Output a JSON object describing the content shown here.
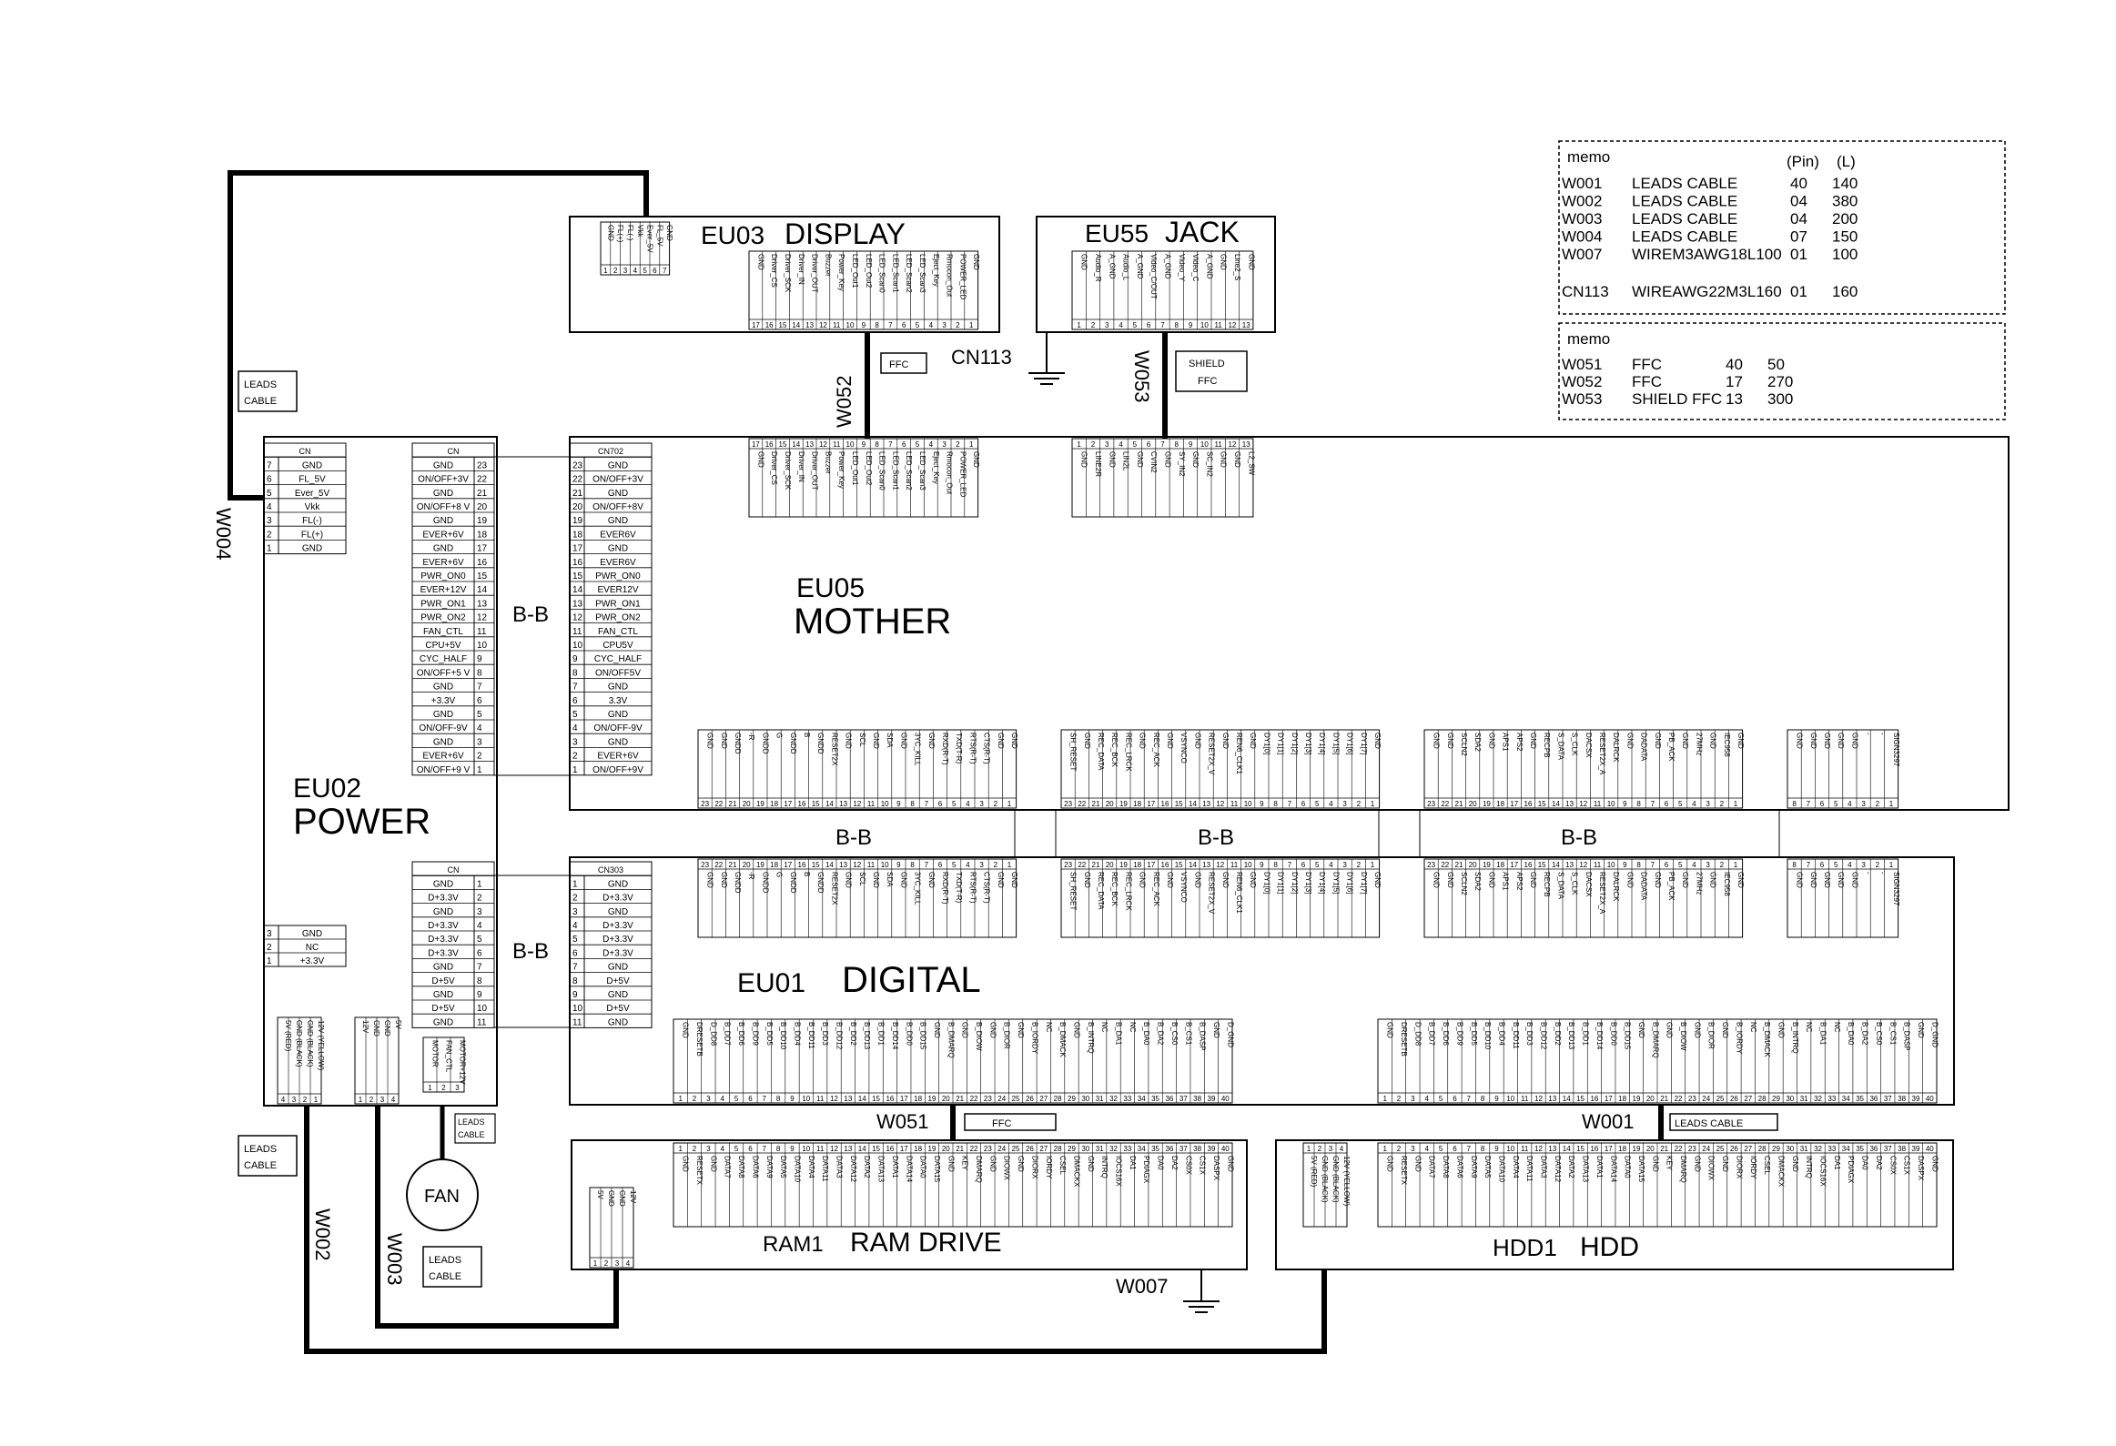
{
  "colors": {
    "line": "#000000",
    "background": "#ffffff"
  },
  "memo1": {
    "title": "memo",
    "col_pin": "(Pin)",
    "col_len": "(L)",
    "rows": [
      {
        "id": "W001",
        "desc": "LEADS CABLE",
        "pin": "40",
        "len": "140"
      },
      {
        "id": "W002",
        "desc": "LEADS CABLE",
        "pin": "04",
        "len": "380"
      },
      {
        "id": "W003",
        "desc": "LEADS CABLE",
        "pin": "04",
        "len": "200"
      },
      {
        "id": "W004",
        "desc": "LEADS CABLE",
        "pin": "07",
        "len": "150"
      },
      {
        "id": "W007",
        "desc": "WIREM3AWG18L100",
        "pin": "01",
        "len": "100"
      },
      {
        "id": "CN113",
        "desc": "WIREAWG22M3L160",
        "pin": "01",
        "len": "160"
      }
    ]
  },
  "memo2": {
    "title": "memo",
    "rows": [
      {
        "id": "W051",
        "desc": "FFC",
        "pin": "40",
        "len": "50"
      },
      {
        "id": "W052",
        "desc": "FFC",
        "pin": "17",
        "len": "270"
      },
      {
        "id": "W053",
        "desc": "SHIELD FFC",
        "pin": "13",
        "len": "300"
      }
    ]
  },
  "boards": {
    "eu03": {
      "code": "EU03",
      "name": "DISPLAY"
    },
    "eu55": {
      "code": "EU55",
      "name": "JACK"
    },
    "eu05": {
      "code": "EU05",
      "name": "MOTHER"
    },
    "eu02": {
      "code": "EU02",
      "name": "POWER"
    },
    "eu01": {
      "code": "EU01",
      "name": "DIGITAL"
    },
    "ram1": {
      "code": "RAM1",
      "name": "RAM DRIVE"
    },
    "hdd1": {
      "code": "HDD1",
      "name": "HDD"
    }
  },
  "labels": {
    "bb": "B-B",
    "ffc": "FFC",
    "leads_cable_line1": "LEADS",
    "leads_cable_line2": "CABLE",
    "leads_cable": "LEADS CABLE",
    "shield": "SHIELD",
    "fan": "FAN",
    "cn": "CN",
    "w001": "W001",
    "w002": "W002",
    "w003": "W003",
    "w004": "W004",
    "w007": "W007",
    "w051": "W051",
    "w052": "W052",
    "w053": "W053",
    "cn113": "CN113",
    "cn702": "CN702",
    "cn303": "CN303"
  },
  "power_cn_left": [
    {
      "pin": "7",
      "sig": "GND"
    },
    {
      "pin": "6",
      "sig": "FL_5V"
    },
    {
      "pin": "5",
      "sig": "Ever_5V"
    },
    {
      "pin": "4",
      "sig": "Vkk"
    },
    {
      "pin": "3",
      "sig": "FL(-)"
    },
    {
      "pin": "2",
      "sig": "FL(+)"
    },
    {
      "pin": "1",
      "sig": "GND"
    }
  ],
  "power_cn_mid": [
    {
      "pin": "23",
      "sig": "GND"
    },
    {
      "pin": "22",
      "sig": "ON/OFF+3V"
    },
    {
      "pin": "21",
      "sig": "GND"
    },
    {
      "pin": "20",
      "sig": "ON/OFF+8 V"
    },
    {
      "pin": "19",
      "sig": "GND"
    },
    {
      "pin": "18",
      "sig": "EVER+6V"
    },
    {
      "pin": "17",
      "sig": "GND"
    },
    {
      "pin": "16",
      "sig": "EVER+6V"
    },
    {
      "pin": "15",
      "sig": "PWR_ON0"
    },
    {
      "pin": "14",
      "sig": "EVER+12V"
    },
    {
      "pin": "13",
      "sig": "PWR_ON1"
    },
    {
      "pin": "12",
      "sig": "PWR_ON2"
    },
    {
      "pin": "11",
      "sig": "FAN_CTL"
    },
    {
      "pin": "10",
      "sig": "CPU+5V"
    },
    {
      "pin": "9",
      "sig": "CYC_HALF"
    },
    {
      "pin": "8",
      "sig": "ON/OFF+5 V"
    },
    {
      "pin": "7",
      "sig": "GND"
    },
    {
      "pin": "6",
      "sig": "+3.3V"
    },
    {
      "pin": "5",
      "sig": "GND"
    },
    {
      "pin": "4",
      "sig": "ON/OFF-9V"
    },
    {
      "pin": "3",
      "sig": "GND"
    },
    {
      "pin": "2",
      "sig": "EVER+6V"
    },
    {
      "pin": "1",
      "sig": "ON/OFF+9 V"
    }
  ],
  "cn702": [
    {
      "pin": "23",
      "sig": "GND"
    },
    {
      "pin": "22",
      "sig": "ON/OFF+3V"
    },
    {
      "pin": "21",
      "sig": "GND"
    },
    {
      "pin": "20",
      "sig": "ON/OFF+8V"
    },
    {
      "pin": "19",
      "sig": "GND"
    },
    {
      "pin": "18",
      "sig": "EVER6V"
    },
    {
      "pin": "17",
      "sig": "GND"
    },
    {
      "pin": "16",
      "sig": "EVER6V"
    },
    {
      "pin": "15",
      "sig": "PWR_ON0"
    },
    {
      "pin": "14",
      "sig": "EVER12V"
    },
    {
      "pin": "13",
      "sig": "PWR_ON1"
    },
    {
      "pin": "12",
      "sig": "PWR_ON2"
    },
    {
      "pin": "11",
      "sig": "FAN_CTL"
    },
    {
      "pin": "10",
      "sig": "CPU5V"
    },
    {
      "pin": "9",
      "sig": "CYC_HALF"
    },
    {
      "pin": "8",
      "sig": "ON/OFF5V"
    },
    {
      "pin": "7",
      "sig": "GND"
    },
    {
      "pin": "6",
      "sig": "3.3V"
    },
    {
      "pin": "5",
      "sig": "GND"
    },
    {
      "pin": "4",
      "sig": "ON/OFF-9V"
    },
    {
      "pin": "3",
      "sig": "GND"
    },
    {
      "pin": "2",
      "sig": "EVER+6V"
    },
    {
      "pin": "1",
      "sig": "ON/OFF+9V"
    }
  ],
  "power_cn_small": [
    {
      "pin": "3",
      "sig": "GND"
    },
    {
      "pin": "2",
      "sig": "NC"
    },
    {
      "pin": "1",
      "sig": "+3.3V"
    }
  ],
  "power_cn_lower": [
    {
      "pin": "1",
      "sig": "GND"
    },
    {
      "pin": "2",
      "sig": "D+3.3V"
    },
    {
      "pin": "3",
      "sig": "GND"
    },
    {
      "pin": "4",
      "sig": "D+3.3V"
    },
    {
      "pin": "5",
      "sig": "D+3.3V"
    },
    {
      "pin": "6",
      "sig": "D+3.3V"
    },
    {
      "pin": "7",
      "sig": "GND"
    },
    {
      "pin": "8",
      "sig": "D+5V"
    },
    {
      "pin": "9",
      "sig": "GND"
    },
    {
      "pin": "10",
      "sig": "D+5V"
    },
    {
      "pin": "11",
      "sig": "GND"
    }
  ],
  "cn303": [
    {
      "pin": "1",
      "sig": "GND"
    },
    {
      "pin": "2",
      "sig": "D+3.3V"
    },
    {
      "pin": "3",
      "sig": "GND"
    },
    {
      "pin": "4",
      "sig": "D+3.3V"
    },
    {
      "pin": "5",
      "sig": "D+3.3V"
    },
    {
      "pin": "6",
      "sig": "D+3.3V"
    },
    {
      "pin": "7",
      "sig": "GND"
    },
    {
      "pin": "8",
      "sig": "D+5V"
    },
    {
      "pin": "9",
      "sig": "GND"
    },
    {
      "pin": "10",
      "sig": "D+5V"
    },
    {
      "pin": "11",
      "sig": "GND"
    }
  ],
  "display_cn102": [
    "1 GND",
    "2 FL(+)",
    "3 FL(-)",
    "4 Vkk",
    "5 Ever_5V",
    "6 FL_5V",
    "7 GND"
  ],
  "display_cn101": [
    "GND",
    "Driver_CS",
    "Driver_SCK",
    "Driver_IN",
    "Driver_OUT",
    "Buzzer",
    "Power_Key",
    "LED_Out1",
    "LED_Out2",
    "LED_Scan0",
    "LED_Scan1",
    "LED_Scan2",
    "LED_Scan3",
    "Eject_Key",
    "Rmocon_Out",
    "POWER_LED",
    "GND"
  ],
  "jack_cn111": [
    "GND",
    "Audio_R",
    "A_GND",
    "Audio_L",
    "A_GND",
    "Video_C/OUT",
    "A_GND",
    "Video_Y",
    "Video_C",
    "A_GND",
    "GND",
    "Line2_S",
    "GND"
  ],
  "mother_cn700": [
    "GND",
    "Driver_CS",
    "Driver_SCK",
    "Driver_IN",
    "Driver_OUT",
    "Buzzer",
    "Power_Key",
    "LED_Out1",
    "LED_Out2",
    "LED_Scan0",
    "LED_Scan1",
    "LED_Scan2",
    "LED_Scan3",
    "Eject_Key",
    "Rmocon_Out",
    "POWER_LED",
    "GND"
  ],
  "mother_cn701": [
    "GND",
    "LINE2R",
    "GND",
    "LIN2L",
    "GND",
    "CVIN2",
    "GND",
    "SY_IN2",
    "GND",
    "SC_IN2",
    "GND",
    "GND",
    "L2_SW"
  ],
  "cn_row_a": [
    "GND",
    "GND",
    "GNDD",
    "-R",
    "GNDD",
    "G",
    "GNDD",
    "B",
    "GNDD",
    "RESET2X",
    "GND",
    "SCL",
    "GND",
    "SDA",
    "GND",
    "3YC_KILL",
    "GND",
    "RXD(R-T)",
    "TXD(T-R)",
    "RTS(R-T)",
    "CTS(R-T)",
    "GND",
    "GND"
  ],
  "cn_row_b": [
    "SH_RESET",
    "GND",
    "REC_DATA",
    "REC_BCK",
    "REC_LRCK",
    "GND",
    "REC_ACK",
    "GND",
    "VSYNCO",
    "GND",
    "RESET2X_V",
    "GND",
    "REN6_CLK1",
    "GND",
    "DY1[0]",
    "DY1[1]",
    "DY1[2]",
    "DY1[3]",
    "DY1[4]",
    "DY1[5]",
    "DY1[6]",
    "DY1[7]",
    "GND"
  ],
  "cn_row_c": [
    "GND",
    "GND",
    "SCLN2",
    "SDA2",
    "GND",
    "APS1",
    "APS2",
    "GND",
    "RECPB",
    "S_DATA",
    "S_CLK",
    "DACSX",
    "RESET2X_A",
    "DALRCK",
    "GND",
    "DADATA",
    "GND",
    "PB_ACK",
    "GND",
    "27MHz",
    "GND",
    "IEC958",
    "GND"
  ],
  "cn_row_d": [
    "GND",
    "GND",
    "GND",
    "GND",
    "GND",
    "-",
    "-",
    "SIGN3297"
  ],
  "ide_upper": [
    "GND",
    "DRESETB",
    "D_DD8",
    "B_DD7",
    "B_DD6",
    "B_DD9",
    "B_DD5",
    "B_DD10",
    "B_DD4",
    "B_DD11",
    "B_DD3",
    "B_DD12",
    "B_DD2",
    "B_DD13",
    "B_DD1",
    "B_DD14",
    "B_DD0",
    "B_DD15",
    "GND",
    "B_DMARQ",
    "GND",
    "B_DIOW",
    "GND",
    "B_DIOR",
    "GND",
    "B_IORDY",
    "NC",
    "B_DMACK",
    "GND",
    "B_INTRQ",
    "NC",
    "B_DA1",
    "NC",
    "B_DA0",
    "B_DA2",
    "B_CS0",
    "B_CS1",
    "B_DASP",
    "GND",
    "D_GND"
  ],
  "ide_lower": [
    "GND",
    "RESETX",
    "GND",
    "DATA7",
    "DATA8",
    "DATA6",
    "DATA9",
    "DATA5",
    "DATA10",
    "DATA4",
    "DATA11",
    "DATA3",
    "DATA12",
    "DATA2",
    "DATA13",
    "DATA1",
    "DATA14",
    "DATA0",
    "DATA15",
    "GND",
    "KEY",
    "DMARQ",
    "GND",
    "DIOWX",
    "GND",
    "DIORX",
    "IORDY",
    "CSEL",
    "DMACKX",
    "GND",
    "INTRQ",
    "IOCS16X",
    "DA1",
    "PDIAGX",
    "DA0",
    "DA2",
    "CS0X",
    "CS1X",
    "DASPX",
    "GND"
  ],
  "power_small_conn": [
    "5V (RED)",
    "GND (BLACK)",
    "GND (BLACK)",
    "12V (YELLOW)"
  ],
  "fan_conn": [
    "12V",
    "GND",
    "GND",
    "5V"
  ],
  "ram_power": [
    "5V",
    "GND",
    "GND",
    "12V"
  ],
  "hdd_power": [
    "5V (RED)",
    "GND (BLACK)",
    "GND (BLACK)",
    "12V (YELLOW)"
  ],
  "fan_ctl": [
    "MOTOR",
    "FAN_CTL",
    "MOTOR+12V"
  ]
}
